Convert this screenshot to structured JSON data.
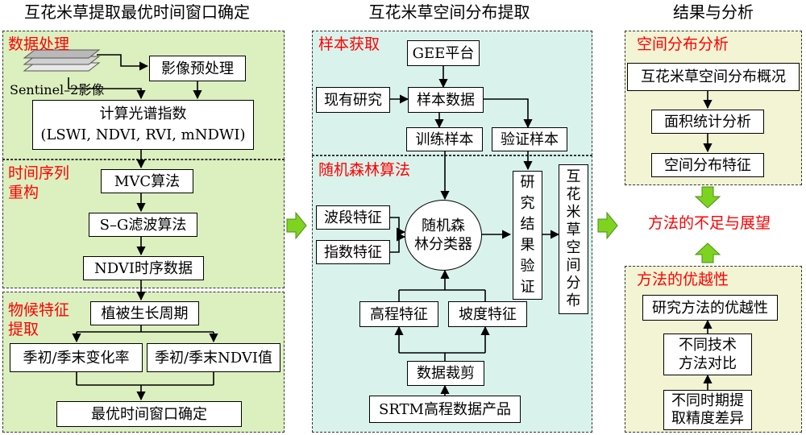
{
  "headers": {
    "left": "互花米草提取最优时间窗口确定",
    "middle": "互花米草空间分布提取",
    "right": "结果与分析"
  },
  "left": {
    "data_processing": {
      "title": "数据处理",
      "sentinel": "Sentinel–2影像",
      "preprocess": "影像预处理",
      "index_line1": "计算光谱指数",
      "index_line2": "(LSWI, NDVI, RVI, mNDWI)"
    },
    "reconstruction": {
      "title_line1": "时间序列",
      "title_line2": "重构",
      "mvc": "MVC算法",
      "sg": "S–G滤波算法",
      "ndvi_series": "NDVI时序数据"
    },
    "phenology": {
      "title_line1": "物候特征",
      "title_line2": "提取",
      "growth": "植被生长周期",
      "change_rate": "季初/季末变化率",
      "ndvi_value": "季初/季末NDVI值",
      "window": "最优时间窗口确定"
    }
  },
  "middle": {
    "sample": {
      "title": "样本获取",
      "gee": "GEE平台",
      "existing": "现有研究",
      "sample_data": "样本数据",
      "training": "训练样本",
      "validation": "验证样本"
    },
    "forest": {
      "title": "随机森林算法",
      "band": "波段特征",
      "index": "指数特征",
      "classifier_line1": "随机森",
      "classifier_line2": "林分类器",
      "verify": [
        "研",
        "究",
        "结",
        "果",
        "验",
        "证"
      ],
      "distribution": [
        "互",
        "花",
        "米",
        "草",
        "空",
        "间",
        "分",
        "布"
      ],
      "elevation": "高程特征",
      "slope": "坡度特征",
      "clip": "数据裁剪",
      "srtm": "SRTM高程数据产品"
    }
  },
  "right": {
    "spatial": {
      "title": "空间分布分析",
      "overview": "互花米草空间分布概况",
      "area": "面积统计分析",
      "feature": "空间分布特征"
    },
    "outlook": "方法的不足与展望",
    "superiority": {
      "title": "方法的优越性",
      "method": "研究方法的优越性",
      "compare_line1": "不同技术",
      "compare_line2": "方法对比",
      "accuracy_line1": "不同时期提",
      "accuracy_line2": "取精度差异"
    }
  },
  "colors": {
    "left_panel": "#dcefbf",
    "middle_panel": "#d9f3ec",
    "right_panel": "#f3f4d3",
    "section_title": "#ff0000",
    "big_arrow": "#7ed321"
  }
}
